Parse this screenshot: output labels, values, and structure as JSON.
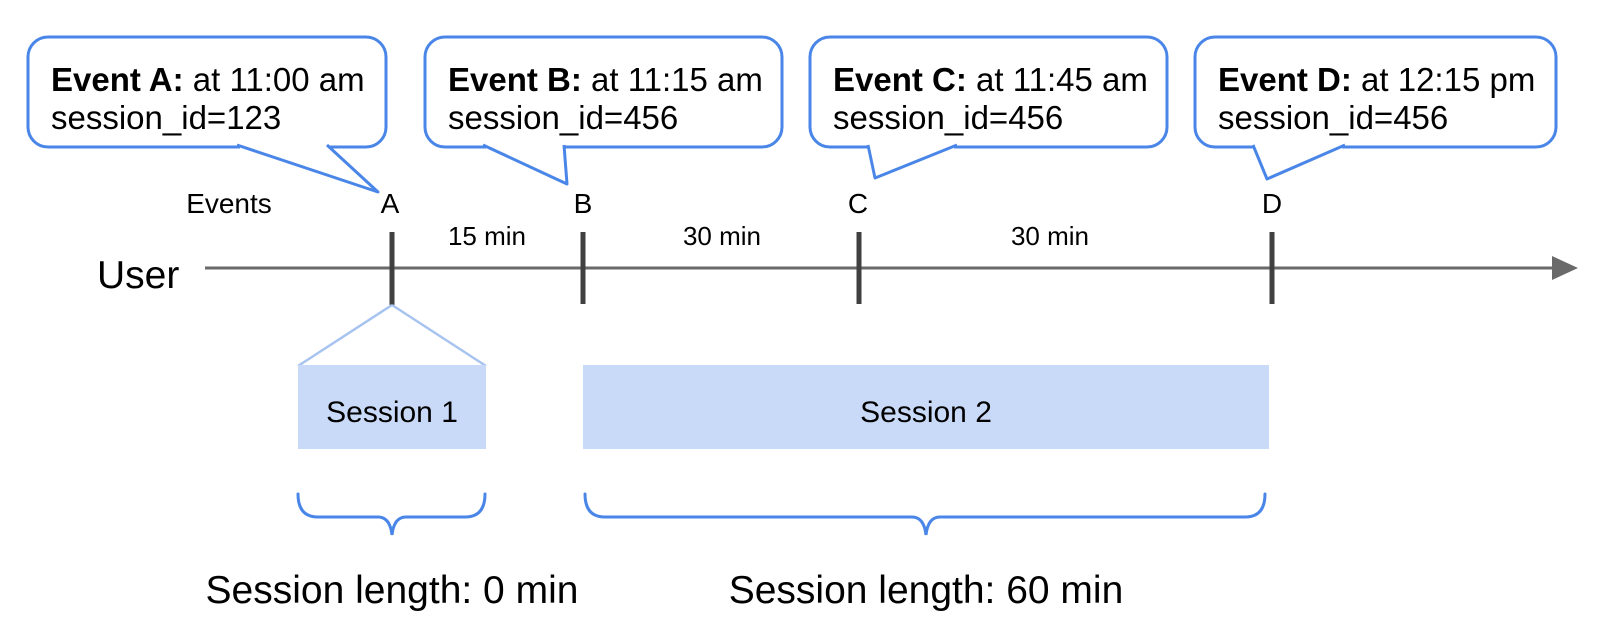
{
  "colors": {
    "bubble_border": "#4a86e8",
    "session_fill": "#c9daf8",
    "funnel_line": "#a7c3f0",
    "brace": "#4a86e8",
    "timeline": "#6a6a6a",
    "tick": "#404040",
    "text": "#000000"
  },
  "bubbles": [
    {
      "title": "Event A:",
      "time": " at 11:00 am",
      "session": "session_id=123"
    },
    {
      "title": "Event B:",
      "time": " at 11:15 am",
      "session": "session_id=456"
    },
    {
      "title": "Event C:",
      "time": " at 11:45 am",
      "session": "session_id=456"
    },
    {
      "title": "Event D:",
      "time": " at 12:15 pm",
      "session": "session_id=456"
    }
  ],
  "timeline": {
    "user_label": "User",
    "events_label": "Events",
    "markers": [
      "A",
      "B",
      "C",
      "D"
    ],
    "intervals": [
      "15 min",
      "30 min",
      "30 min"
    ]
  },
  "sessions": [
    {
      "label": "Session 1",
      "length": "Session length: 0 min"
    },
    {
      "label": "Session 2",
      "length": "Session length: 60 min"
    }
  ]
}
